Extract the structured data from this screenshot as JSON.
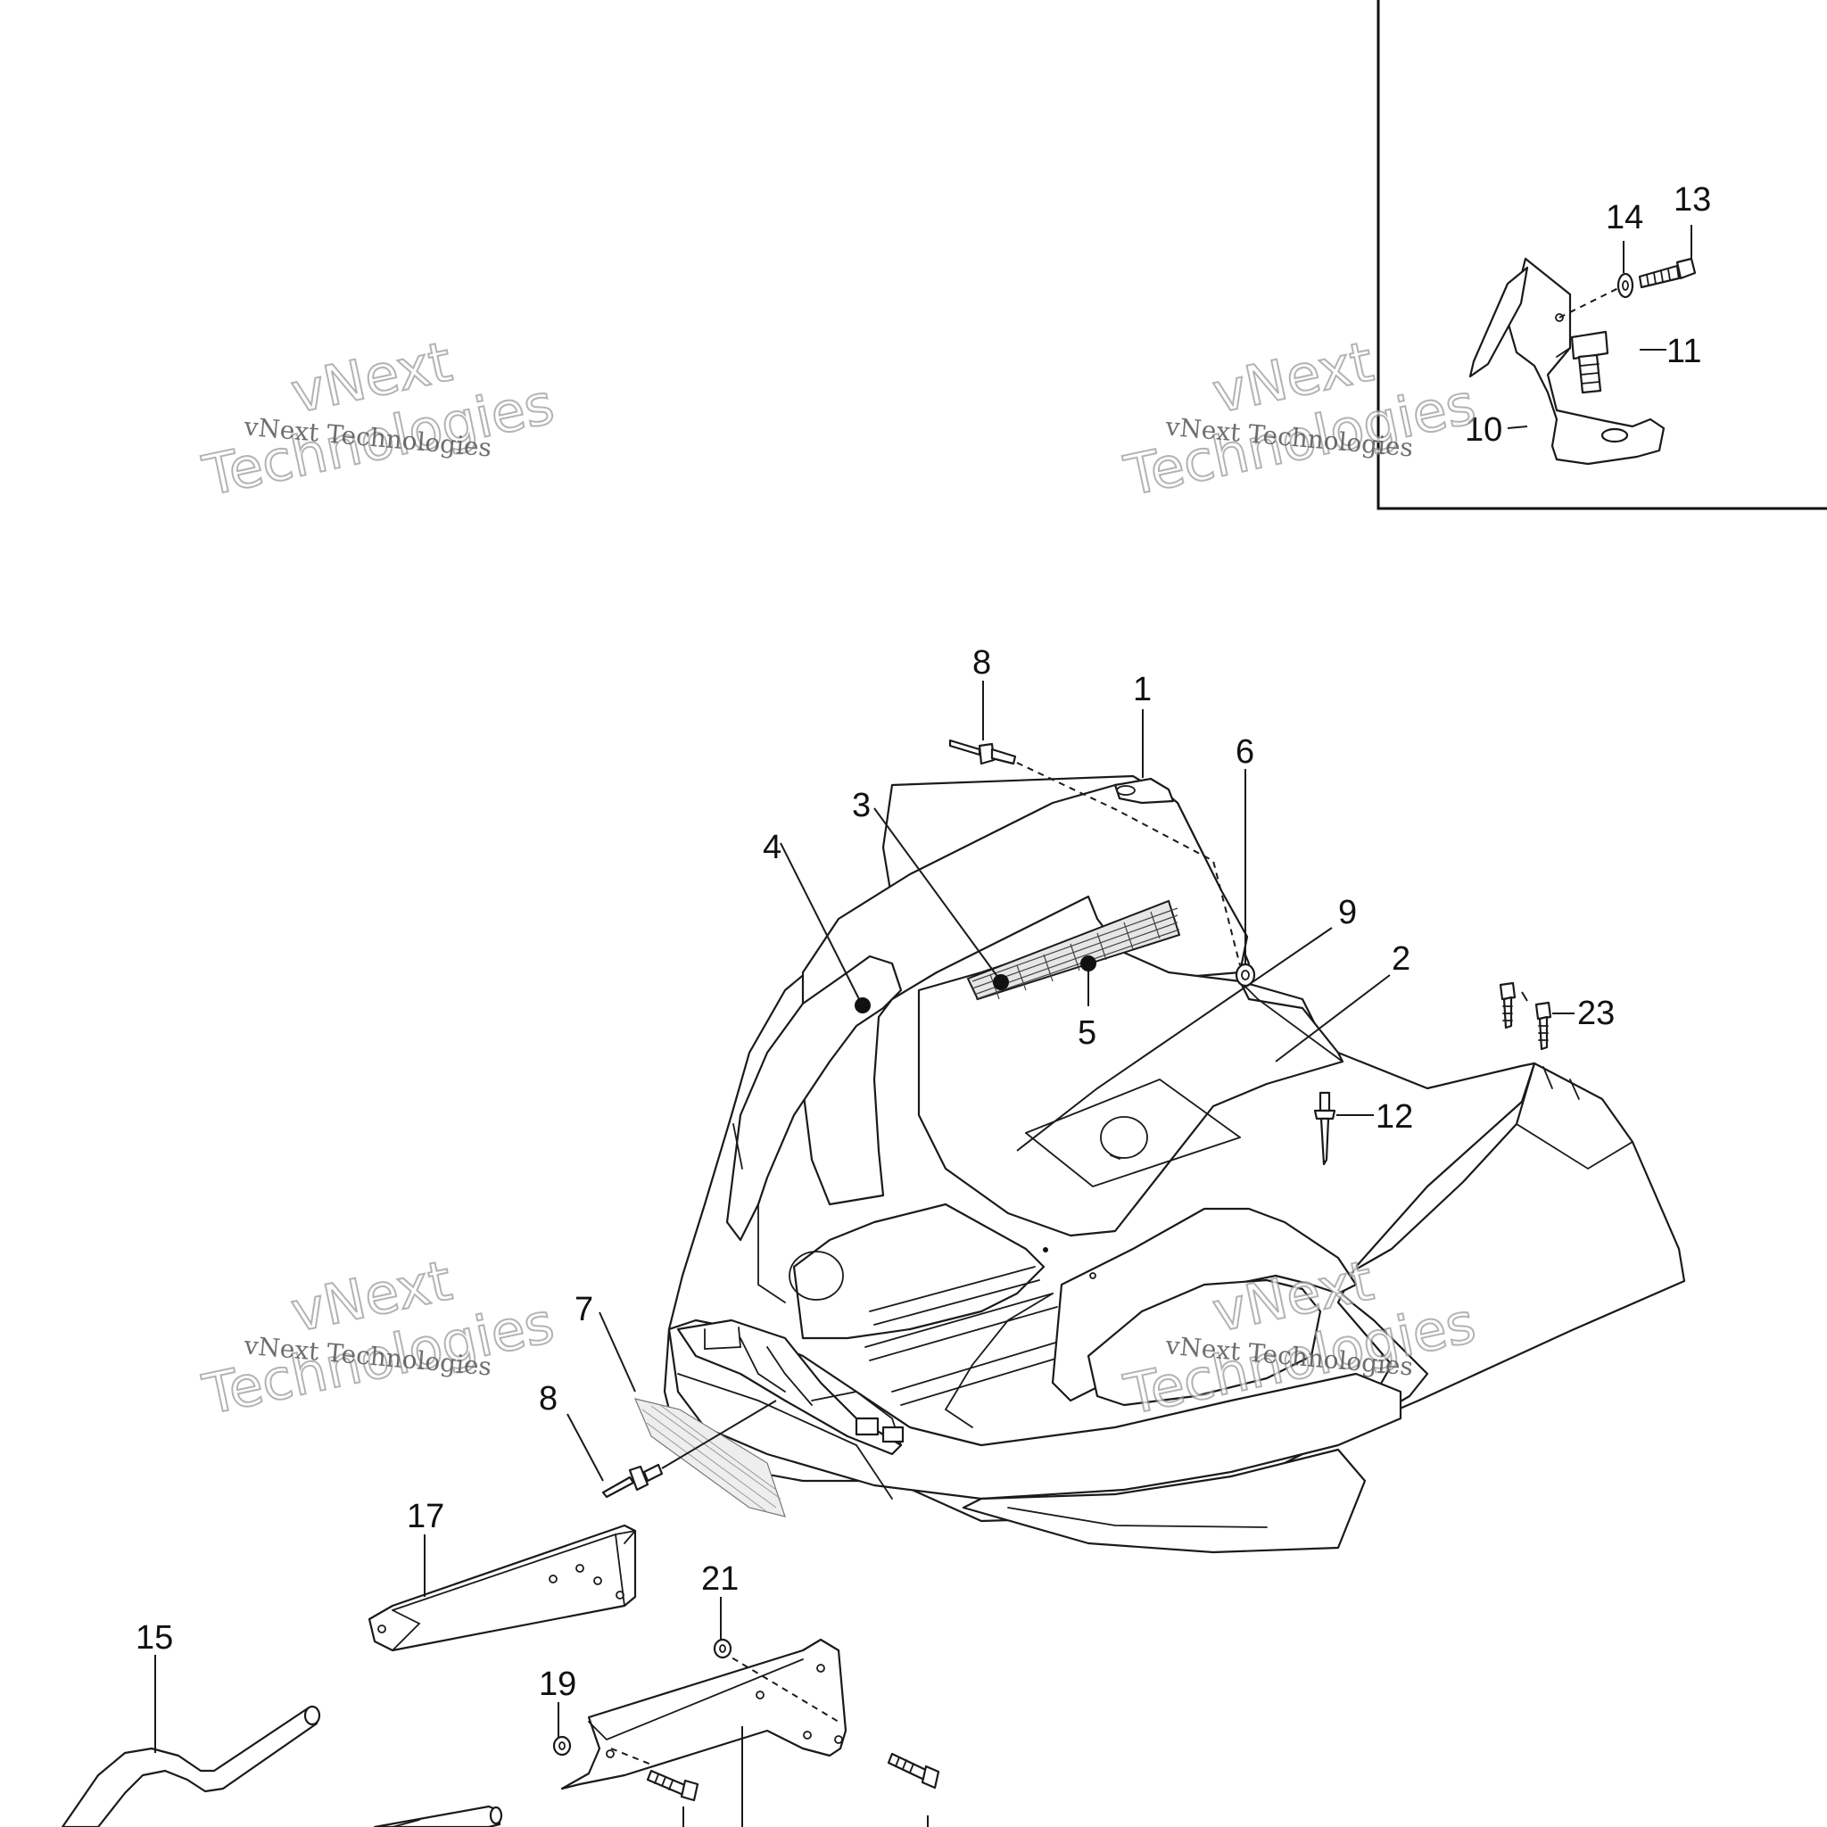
{
  "watermark": {
    "line1": "vNext",
    "line2": "Technologies",
    "caption": "vNext Technologies"
  },
  "inset_callouts": [
    "14",
    "13",
    "11",
    "10"
  ],
  "callouts": {
    "c8a": "8",
    "c1": "1",
    "c6": "6",
    "c3": "3",
    "c4": "4",
    "c9": "9",
    "c2": "2",
    "c5": "5",
    "c23": "23",
    "c12": "12",
    "c7": "7",
    "c8b": "8",
    "c17": "17",
    "c21": "21",
    "c15": "15",
    "c19": "19",
    "c13": "13",
    "c14": "14",
    "c11": "11",
    "c10": "10"
  }
}
